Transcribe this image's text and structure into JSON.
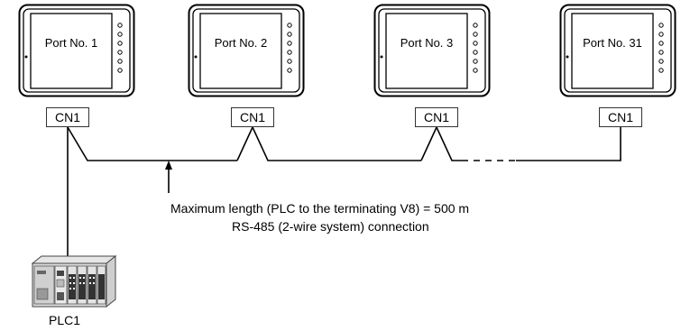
{
  "stations": [
    {
      "port_label": "Port No. 1",
      "connector": "CN1"
    },
    {
      "port_label": "Port No. 2",
      "connector": "CN1"
    },
    {
      "port_label": "Port No. 3",
      "connector": "CN1"
    },
    {
      "port_label": "Port No. 31",
      "connector": "CN1"
    }
  ],
  "annotation": {
    "line1": "Maximum length (PLC to the terminating V8) = 500 m",
    "line2": "RS-485 (2-wire system) connection"
  },
  "plc": {
    "label": "PLC1"
  }
}
